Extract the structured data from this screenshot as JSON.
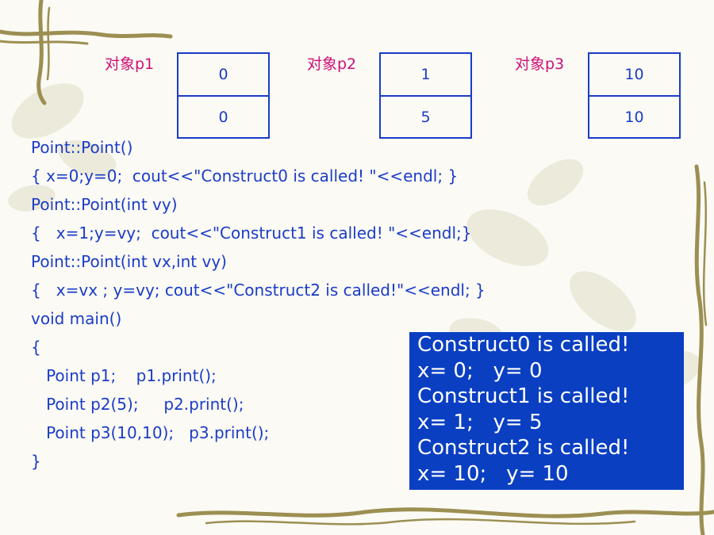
{
  "objects": [
    {
      "label": "对象p1",
      "x": "0",
      "y": "0"
    },
    {
      "label": "对象p2",
      "x": "1",
      "y": "5"
    },
    {
      "label": "对象p3",
      "x": "10",
      "y": "10"
    }
  ],
  "code_lines": [
    "Point::Point()",
    "{ x=0;y=0;  cout<<\"Construct0 is called! \"<<endl; }",
    "Point::Point(int vy)",
    "{   x=1;y=vy;  cout<<\"Construct1 is called! \"<<endl;}",
    "Point::Point(int vx,int vy)",
    "{   x=vx ; y=vy; cout<<\"Construct2 is called!\"<<endl; }",
    "void main()",
    "{",
    "   Point p1;    p1.print();",
    "   Point p2(5);     p2.print();",
    "   Point p3(10,10);   p3.print();",
    "}"
  ],
  "console_lines": [
    "Construct0 is called!",
    "x= 0;   y= 0",
    "Construct1 is called!",
    "x= 1;   y= 5",
    "Construct2 is called!",
    "x= 10;   y= 10"
  ],
  "colors": {
    "text_blue": "#1a3cc8",
    "label_magenta": "#cc1177",
    "console_bg": "#0a3fc2",
    "vine": "#9c8f52"
  }
}
